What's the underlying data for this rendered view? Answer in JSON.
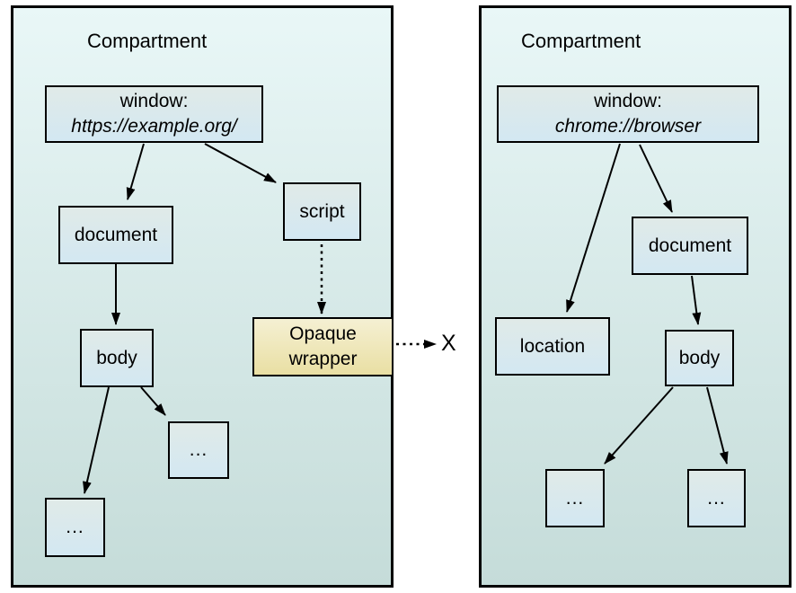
{
  "left": {
    "title": "Compartment",
    "window_line1": "window:",
    "window_line2": "https://example.org/",
    "document": "document",
    "script": "script",
    "body": "body",
    "ellipsis_a": "...",
    "ellipsis_b": "...",
    "opaque_line1": "Opaque",
    "opaque_line2": "wrapper"
  },
  "right": {
    "title": "Compartment",
    "window_line1": "window:",
    "window_line2": "chrome://browser",
    "location": "location",
    "document": "document",
    "body": "body",
    "ellipsis_a": "...",
    "ellipsis_b": "..."
  },
  "external": {
    "denied_marker": "X"
  },
  "colors": {
    "compartment_top": "#e9f7f7",
    "compartment_bottom": "#c5dcd9",
    "node_top": "#e0eae8",
    "node_bottom": "#d3e8f2",
    "opaque_top": "#f5f0d3",
    "opaque_bottom": "#e9dfa3",
    "line": "#000000"
  }
}
